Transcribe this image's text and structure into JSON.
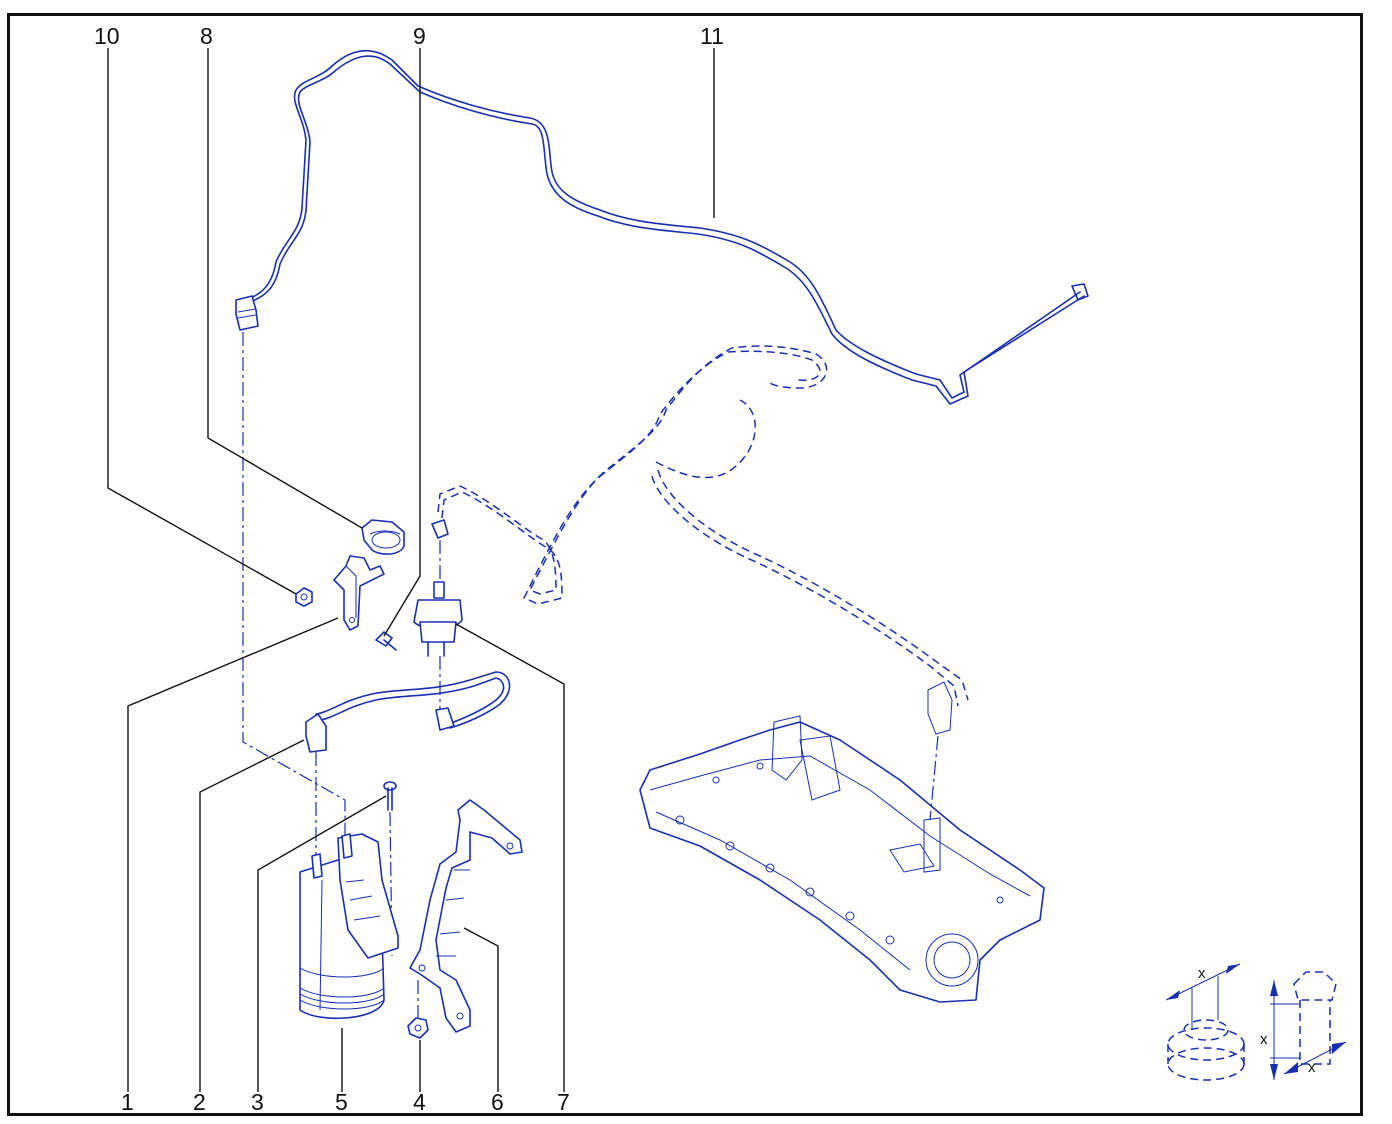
{
  "colors": {
    "part_line": "#1a2fb0",
    "leader_line": "#111111",
    "frame": "#111111",
    "background": "#ffffff"
  },
  "callouts_top": [
    "10",
    "8",
    "9",
    "11"
  ],
  "callouts_bottom": [
    "1",
    "2",
    "3",
    "5",
    "4",
    "6",
    "7"
  ],
  "torque_legend": {
    "nut_dimension": "x",
    "bolt_length": "x",
    "bolt_head": "x"
  }
}
